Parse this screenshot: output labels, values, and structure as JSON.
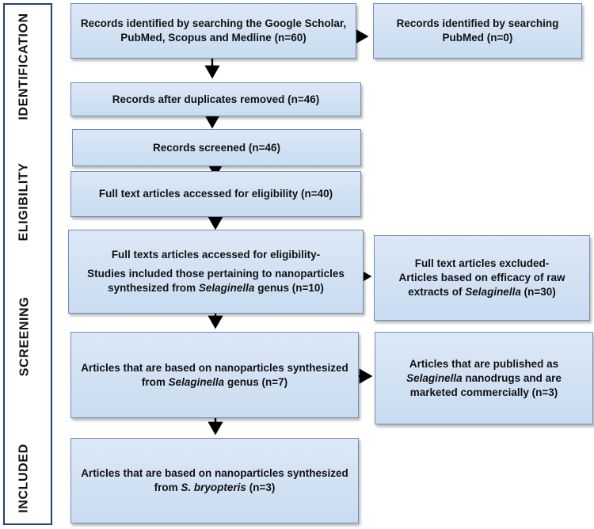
{
  "stages": {
    "identification": "IDENTIFICATION",
    "eligibility": "ELIGIBILITY",
    "screening": "SCREENING",
    "included": "INCLUDED"
  },
  "boxes": {
    "b1": "Records identified by searching the Google Scholar, PubMed, Scopus and Medline (n=60)",
    "b1_side": "Records identified by searching PubMed (n=0)",
    "b2": "Records after duplicates removed (n=46)",
    "b3": "Records screened (n=46)",
    "b4": "Full text articles accessed for eligibility (n=40)",
    "b5_line1": "Full texts articles accessed for eligibility-",
    "b5_line2": "Studies included those pertaining to nanoparticles synthesized from",
    "b5_italic": "Selaginella",
    "b5_tail": "genus (n=10)",
    "b5_side_line1": "Full text articles excluded-",
    "b5_side_line2": "Articles based on efficacy of raw extracts of",
    "b5_side_italic": "Selaginella",
    "b5_side_tail": "(n=30)",
    "b6_pre": "Articles that are based on nanoparticles synthesized from",
    "b6_italic": "Selaginella",
    "b6_tail": "genus (n=7)",
    "b6_side_italic": "Selaginella",
    "b6_side_tail": "nanodrugs and are marketed commercially (n=3)",
    "b6_side_pre": "Articles that are published as",
    "b7_pre": "Articles that are based on nanoparticles synthesized from",
    "b7_italic": "S. bryopteris",
    "b7_tail": "(n=3)"
  },
  "colors": {
    "box_fill": "#d3e2f4",
    "box_border": "#6f8fb5",
    "sidebar_border": "#22407a",
    "arrow": "#000000"
  }
}
